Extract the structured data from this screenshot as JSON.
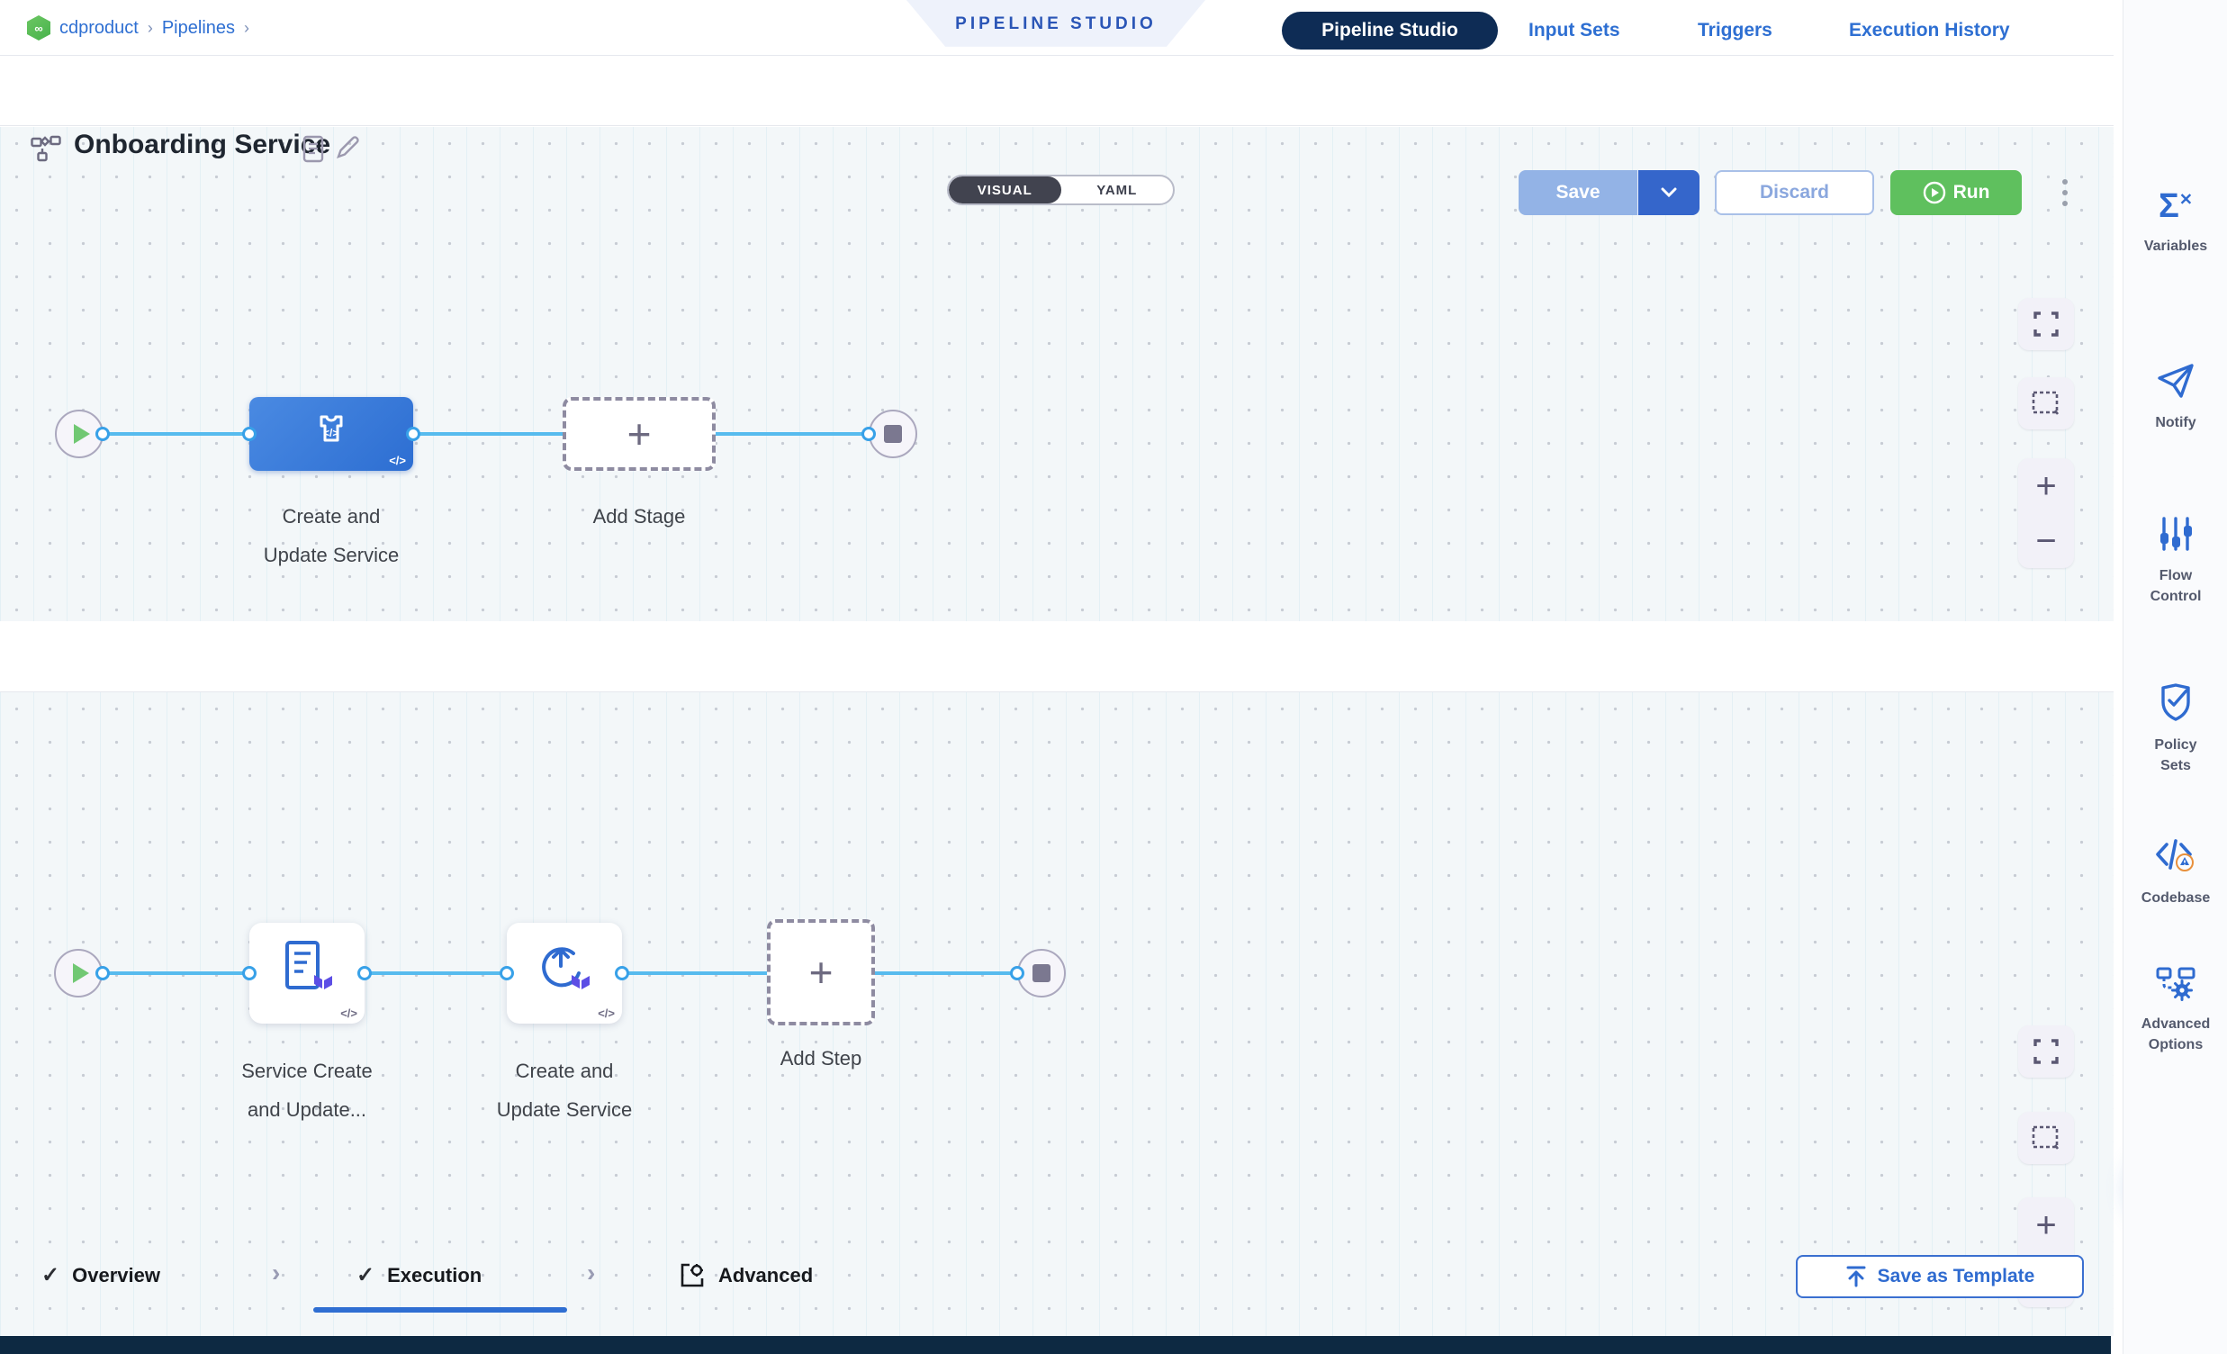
{
  "breadcrumb": {
    "project": "cdproduct",
    "section": "Pipelines"
  },
  "banner": {
    "label": "PIPELINE STUDIO"
  },
  "nav": {
    "tabs": [
      {
        "label": "Pipeline Studio"
      },
      {
        "label": "Input Sets"
      },
      {
        "label": "Triggers"
      },
      {
        "label": "Execution History"
      }
    ]
  },
  "header": {
    "title": "Onboarding Service",
    "toggle": {
      "visual": "VISUAL",
      "yaml": "YAML"
    },
    "save_label": "Save",
    "discard_label": "Discard",
    "run_label": "Run"
  },
  "stage_canvas": {
    "stage_label": "Create and\nUpdate Service",
    "add_stage_label": "Add Stage",
    "code_badge": "</>"
  },
  "step_tabs": {
    "overview": "Overview",
    "execution": "Execution",
    "advanced": "Advanced",
    "save_as_template": "Save as Template"
  },
  "step_canvas": {
    "step1_label": "Service Create\nand Update...",
    "step2_label": "Create and\nUpdate Service",
    "add_step_label": "Add Step",
    "code_badge": "</>"
  },
  "sidebar": {
    "items": [
      {
        "label": "Variables"
      },
      {
        "label": "Notify"
      },
      {
        "label": "Flow Control"
      },
      {
        "label": "Policy Sets"
      },
      {
        "label": "Codebase"
      },
      {
        "label": "Advanced Options"
      }
    ]
  },
  "colors": {
    "accent_blue": "#2f6bd0",
    "navy": "#0e2c55",
    "run_green": "#5fc05e",
    "edge_blue": "#57bbee",
    "stage_blue": "#2d6ed2",
    "terraform_purple": "#5c4ee5",
    "warning_orange": "#e8903c"
  }
}
